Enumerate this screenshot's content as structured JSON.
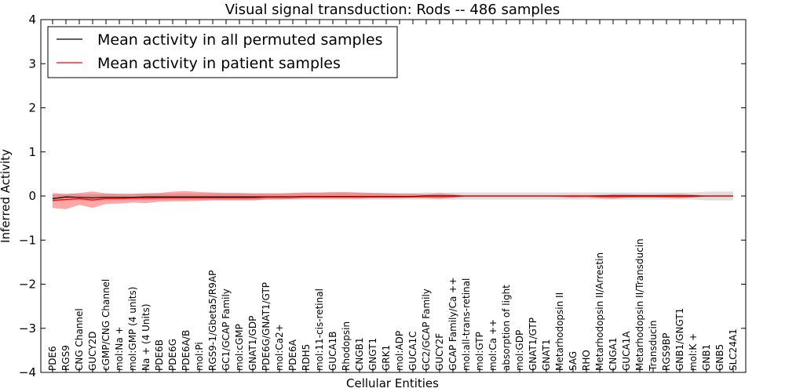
{
  "chart_data": {
    "type": "line",
    "title": "Visual signal transduction: Rods -- 486 samples",
    "xlabel": "Cellular Entities",
    "ylabel": "Inferred Activity",
    "ylim": [
      -4,
      4
    ],
    "yticks": [
      -4,
      -3,
      -2,
      -1,
      0,
      1,
      2,
      3,
      4
    ],
    "ytick_labels": [
      "−4",
      "−3",
      "−2",
      "−1",
      "0",
      "1",
      "2",
      "3",
      "4"
    ],
    "grid": false,
    "legend_position": "top-left",
    "categories": [
      "PDE6",
      "RGS9",
      "CNG Channel",
      "GUCY2D",
      "cGMP/CNG Channel",
      "mol:Na +",
      "mol:GMP (4 units)",
      "Na + (4 Units)",
      "PDE6B",
      "PDE6G",
      "PDE6A/B",
      "mol:Pi",
      "RGS9-1/Gbeta5/R9AP",
      "GC1/GCAP Family",
      "mol:cGMP",
      "GNAT1/GDP",
      "PDE6G/GNAT1/GTP",
      "mol:Ca2+",
      "PDE6A",
      "RDH5",
      "mol:11-cis-retinal",
      "GUCA1B",
      "Rhodopsin",
      "CNGB1",
      "GNGT1",
      "GRK1",
      "mol:ADP",
      "GUCA1C",
      "GC2/GCAP Family",
      "GUCY2F",
      "GCAP Family/Ca ++",
      "mol:all-trans-retinal",
      "mol:GTP",
      "mol:Ca ++",
      "absorption of light",
      "mol:GDP",
      "GNAT1/GTP",
      "GNAT1",
      "Metarhodopsin II",
      "SAG",
      "RHO",
      "Metarhodopsin II/Arrestin",
      "CNGA1",
      "GUCA1A",
      "Metarhodopsin II/Transducin",
      "Transducin",
      "RGS9BP",
      "GNB1/GNGT1",
      "mol:K +",
      "GNB1",
      "GNB5",
      "SLC24A1"
    ],
    "series": [
      {
        "name": "Mean activity in all permuted samples",
        "color": "#000000",
        "values": [
          -0.06,
          -0.02,
          -0.03,
          -0.04,
          -0.03,
          -0.03,
          -0.03,
          -0.02,
          -0.02,
          -0.02,
          -0.02,
          -0.02,
          -0.02,
          -0.02,
          -0.02,
          -0.02,
          -0.02,
          -0.02,
          -0.02,
          -0.01,
          -0.01,
          -0.01,
          -0.01,
          -0.01,
          -0.01,
          -0.01,
          -0.01,
          -0.01,
          0.0,
          0.0,
          0.0,
          0.0,
          0.0,
          0.0,
          0.0,
          0.0,
          0.0,
          0.0,
          0.0,
          0.0,
          0.0,
          0.0,
          0.0,
          0.0,
          0.0,
          0.0,
          0.0,
          0.0,
          0.0,
          0.0,
          0.0,
          0.0
        ],
        "band_lower": [
          -0.13,
          -0.1,
          -0.1,
          -0.11,
          -0.1,
          -0.1,
          -0.1,
          -0.09,
          -0.09,
          -0.09,
          -0.09,
          -0.09,
          -0.09,
          -0.09,
          -0.09,
          -0.09,
          -0.08,
          -0.08,
          -0.08,
          -0.08,
          -0.08,
          -0.08,
          -0.08,
          -0.08,
          -0.08,
          -0.08,
          -0.08,
          -0.08,
          -0.08,
          -0.08,
          -0.08,
          -0.08,
          -0.08,
          -0.08,
          -0.08,
          -0.08,
          -0.08,
          -0.08,
          -0.08,
          -0.08,
          -0.08,
          -0.08,
          -0.08,
          -0.08,
          -0.08,
          -0.08,
          -0.08,
          -0.08,
          -0.08,
          -0.1,
          -0.1,
          -0.1
        ],
        "band_upper": [
          0.03,
          0.06,
          0.05,
          0.04,
          0.05,
          0.05,
          0.05,
          0.06,
          0.06,
          0.06,
          0.06,
          0.06,
          0.06,
          0.06,
          0.06,
          0.06,
          0.06,
          0.06,
          0.06,
          0.07,
          0.07,
          0.07,
          0.07,
          0.07,
          0.07,
          0.07,
          0.07,
          0.07,
          0.08,
          0.08,
          0.08,
          0.08,
          0.08,
          0.08,
          0.08,
          0.08,
          0.08,
          0.08,
          0.08,
          0.08,
          0.08,
          0.08,
          0.08,
          0.08,
          0.08,
          0.08,
          0.08,
          0.08,
          0.08,
          0.1,
          0.1,
          0.1
        ]
      },
      {
        "name": "Mean activity in patient samples",
        "color": "#ff0000",
        "values": [
          -0.1,
          -0.08,
          -0.06,
          -0.09,
          -0.06,
          -0.06,
          -0.05,
          -0.05,
          -0.04,
          -0.04,
          -0.04,
          -0.04,
          -0.04,
          -0.04,
          -0.04,
          -0.04,
          -0.03,
          -0.03,
          -0.03,
          -0.02,
          -0.02,
          -0.02,
          -0.02,
          -0.02,
          -0.02,
          -0.02,
          -0.02,
          -0.02,
          -0.01,
          -0.01,
          -0.01,
          0.0,
          0.0,
          0.0,
          0.0,
          0.0,
          0.0,
          0.0,
          0.0,
          0.0,
          0.0,
          -0.01,
          -0.01,
          -0.01,
          -0.01,
          -0.01,
          -0.01,
          -0.01,
          -0.01,
          0.0,
          0.0,
          0.0
        ],
        "band_lower": [
          -0.27,
          -0.3,
          -0.2,
          -0.27,
          -0.18,
          -0.17,
          -0.15,
          -0.16,
          -0.13,
          -0.12,
          -0.12,
          -0.11,
          -0.1,
          -0.1,
          -0.1,
          -0.1,
          -0.08,
          -0.08,
          -0.07,
          -0.06,
          -0.06,
          -0.06,
          -0.06,
          -0.06,
          -0.05,
          -0.05,
          -0.05,
          -0.04,
          -0.05,
          -0.06,
          -0.04,
          -0.01,
          -0.01,
          -0.01,
          -0.01,
          -0.01,
          -0.01,
          -0.01,
          -0.02,
          -0.04,
          -0.03,
          -0.05,
          -0.06,
          -0.04,
          -0.03,
          -0.03,
          -0.04,
          -0.05,
          -0.03,
          -0.01,
          -0.01,
          -0.01
        ],
        "band_upper": [
          0.07,
          0.04,
          0.07,
          0.1,
          0.06,
          0.05,
          0.05,
          0.06,
          0.07,
          0.1,
          0.11,
          0.09,
          0.08,
          0.07,
          0.07,
          0.06,
          0.06,
          0.06,
          0.07,
          0.08,
          0.08,
          0.09,
          0.09,
          0.08,
          0.07,
          0.06,
          0.05,
          0.05,
          0.04,
          0.06,
          0.04,
          0.01,
          0.01,
          0.01,
          0.01,
          0.01,
          0.01,
          0.01,
          0.01,
          0.02,
          0.02,
          0.02,
          0.04,
          0.04,
          0.03,
          0.03,
          0.04,
          0.05,
          0.03,
          0.01,
          0.01,
          0.01
        ]
      }
    ],
    "band_colors": [
      "#c8c8c8",
      "#ff0000"
    ]
  }
}
